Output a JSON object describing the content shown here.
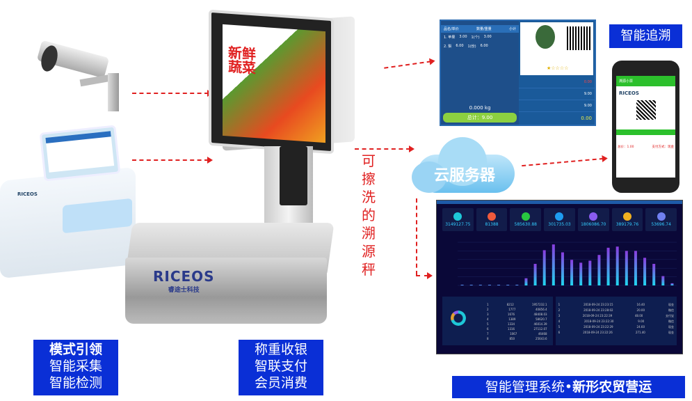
{
  "labels": {
    "trace": "智能追溯",
    "cloud": "云服务器",
    "scale_title": "可擦洗的溯源秤",
    "left_box": [
      "模式引领",
      "智能采集",
      "智能检测"
    ],
    "center_box": [
      "称重收银",
      "智联支付",
      "会员消费"
    ],
    "bottom_right_a": "智能管理系统•",
    "bottom_right_b": "新形农贸营运"
  },
  "brand": {
    "logo": "RICEOS",
    "logo_cn": "睿途士科技",
    "screen_banner": "新鲜蔬菜"
  },
  "pos_screen": {
    "headers": [
      "品名/单价",
      "数量/重量",
      "小计"
    ],
    "items": [
      {
        "name": "1. 苹果",
        "price": "3.00",
        "qty": "1(个)",
        "subtotal": "3.00"
      },
      {
        "name": "2. 梨",
        "price": "6.00",
        "qty": "1(份)",
        "subtotal": "6.00"
      }
    ],
    "weight": "0.000",
    "weight_unit": "kg",
    "total": "总计：9.00",
    "right_values": [
      "0.00",
      "9.00",
      "9.00",
      "0.00"
    ]
  },
  "phone": {
    "title": "溯源小票",
    "pay_label": "总价：1.00",
    "pay_method": "支付方式：现金"
  },
  "dashboard": {
    "kpis": [
      {
        "value": "3149127.75",
        "color": "#1ec8d8"
      },
      {
        "value": "81388",
        "color": "#f05a3c"
      },
      {
        "value": "585630.88",
        "color": "#28c840"
      },
      {
        "value": "301735.03",
        "color": "#1e9cf0"
      },
      {
        "value": "1806086.70",
        "color": "#8a5cf0"
      },
      {
        "value": "389179.76",
        "color": "#f0b020"
      },
      {
        "value": "53696.74",
        "color": "#7080f0"
      }
    ],
    "hourly_bars": [
      5000,
      2000,
      1000,
      1000,
      1000,
      1000,
      5000,
      50000,
      150000,
      245000,
      285000,
      230000,
      178000,
      158000,
      172000,
      212000,
      262000,
      270000,
      240000,
      240000,
      192000,
      150000,
      65000,
      15000
    ],
    "bar_max": 300000,
    "left_table": [
      [
        "1",
        "8212",
        "1957232.1"
      ],
      [
        "2",
        "1777",
        "40856.4"
      ],
      [
        "3",
        "1676",
        "48408.03"
      ],
      [
        "4",
        "1389",
        "58620.7"
      ],
      [
        "5",
        "1334",
        "46014.39"
      ],
      [
        "6",
        "1316",
        "27112.07"
      ],
      [
        "7",
        "1067",
        "46468"
      ],
      [
        "8",
        "850",
        "25643.6"
      ]
    ],
    "right_table": [
      [
        "1",
        "2018-09-24 23:23:15",
        "16.40",
        "现金"
      ],
      [
        "2",
        "2018-09-24 23:28:02",
        "20.00",
        "微信"
      ],
      [
        "3",
        "2018-09-24 23:22:39",
        "48.00",
        "支付宝"
      ],
      [
        "4",
        "2018-09-24 23:22:30",
        "9.00",
        "微信"
      ],
      [
        "5",
        "2018-09-24 23:22:29",
        "24.60",
        "现金"
      ],
      [
        "6",
        "2018-09-24 23:22:26",
        "271.40",
        "现金"
      ]
    ]
  }
}
